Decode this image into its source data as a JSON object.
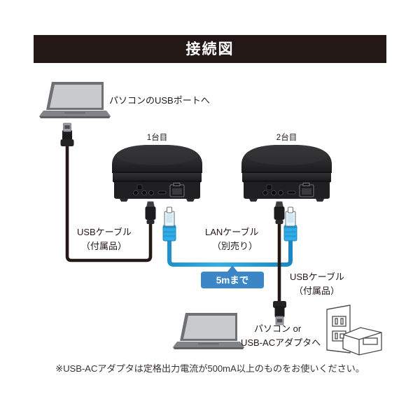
{
  "header": {
    "title": "接続図"
  },
  "diagram": {
    "laptop_top": {
      "label": "パソコンのUSBポートへ",
      "icon": "laptop-icon"
    },
    "devices": [
      {
        "label": "1台目",
        "name": "device-unit-1"
      },
      {
        "label": "2台目",
        "name": "device-unit-2"
      }
    ],
    "cables": [
      {
        "name": "usb-cable-left",
        "label_line1": "USBケーブル",
        "label_line2": "（付属品）",
        "color": "#231815"
      },
      {
        "name": "lan-cable",
        "label_line1": "LANケーブル",
        "label_line2": "（別売り）",
        "color": "#29a8e0"
      },
      {
        "name": "usb-cable-right",
        "label_line1": "USBケーブル",
        "label_line2": "（付属品）",
        "color": "#231815"
      }
    ],
    "badge": {
      "text": "5mまで",
      "color": "#3d86c6"
    },
    "laptop_bottom": {
      "label_line1": "パソコン or",
      "label_line2": "USB-ACアダプタへ",
      "icon": "laptop-icon"
    },
    "outlet": {
      "icon": "wall-outlet-ac-adapter-icon"
    }
  },
  "footnote": {
    "text": "※USB-ACアダプタは定格出力電流が500mA以上のものをお使いください。"
  },
  "colors": {
    "header_bg": "#231815",
    "lan_blue": "#29a8e0",
    "badge_blue": "#3d86c6",
    "device_black": "#2b2b2d",
    "laptop_gray": "#6e7073"
  }
}
